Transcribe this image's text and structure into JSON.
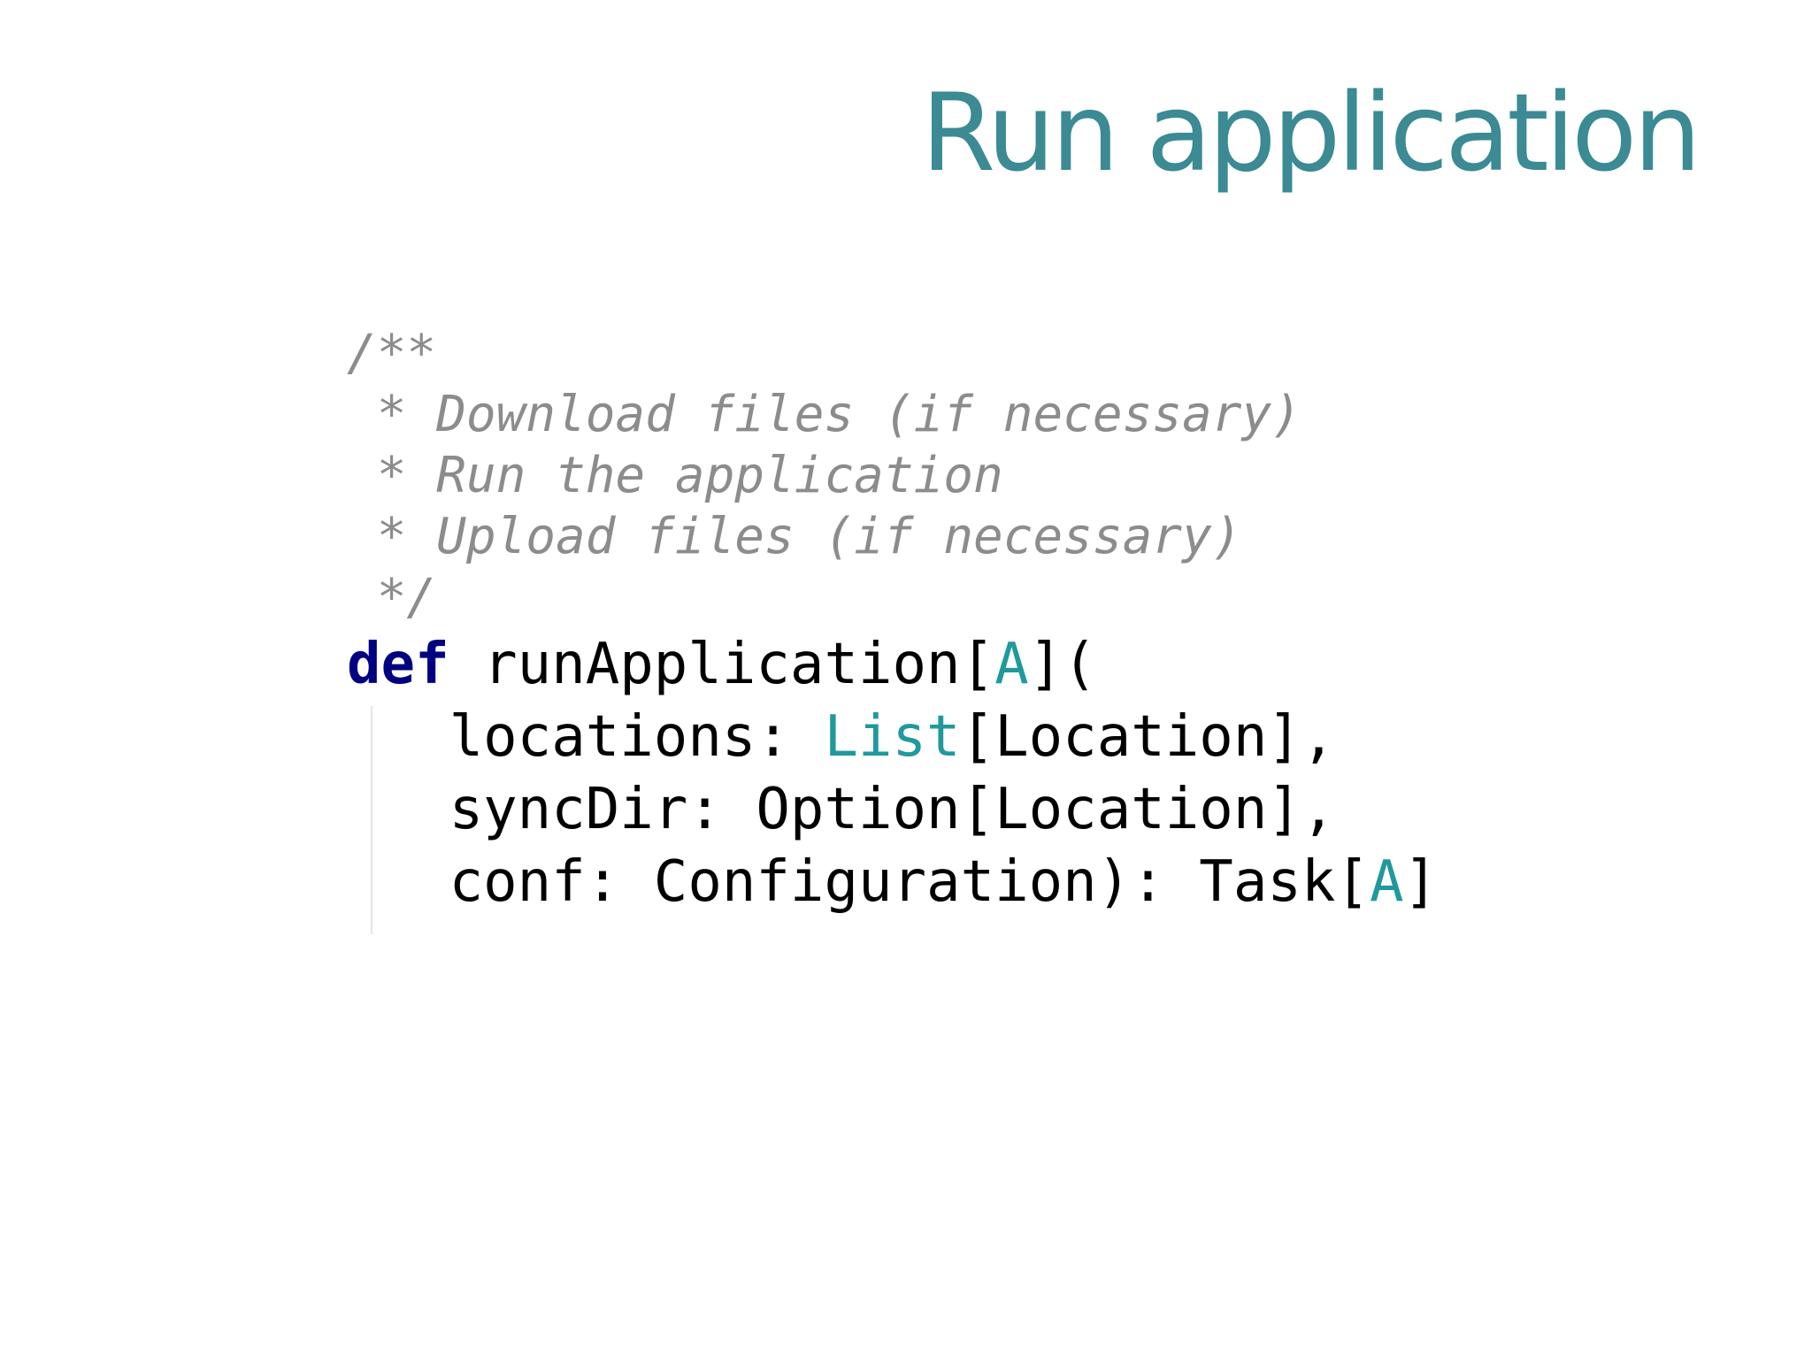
{
  "slide": {
    "title": "Run application"
  },
  "code": {
    "comment_lines": [
      "/**",
      " * Download files (if necessary)",
      " * Run the application",
      " * Upload files (if necessary)",
      " */"
    ],
    "signature": {
      "keyword": "def",
      "name_open": " runApplication[",
      "type_param": "A",
      "name_close": "]("
    },
    "params": [
      {
        "name": "   locations: ",
        "type": "List",
        "rest": "[Location],"
      },
      {
        "name": "   syncDir: ",
        "type": "Option",
        "rest": "[Location],"
      },
      {
        "name": "   conf: ",
        "type": "Configuration",
        "rest": "): Task[",
        "type_param": "A",
        "close": "]"
      }
    ]
  },
  "colors": {
    "title": "#3b8a94",
    "comment": "#8c8c8c",
    "keyword": "#000080",
    "type_highlight": "#20999d",
    "text": "#000000"
  }
}
